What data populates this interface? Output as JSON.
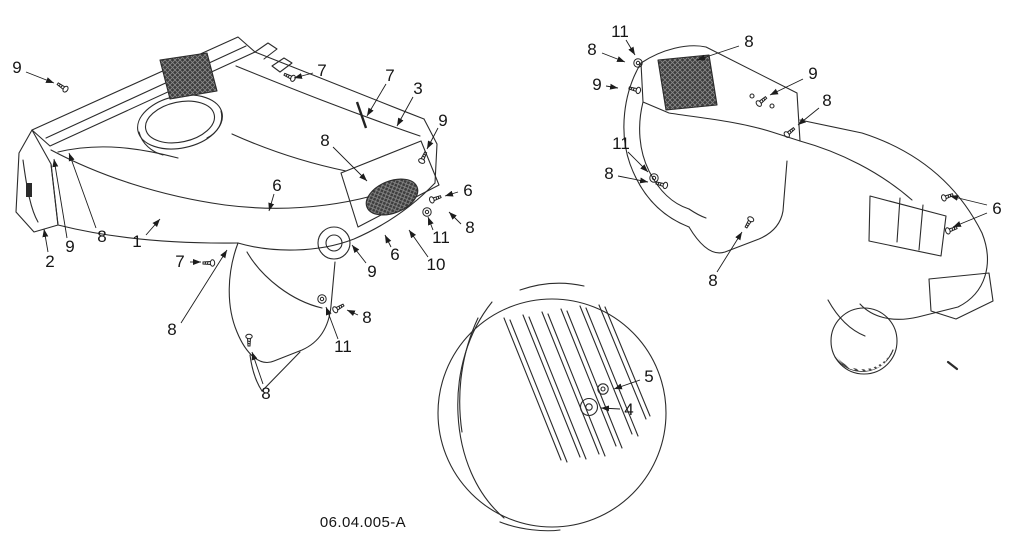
{
  "diagram": {
    "code": "06.04.005-A",
    "line_color": "#2b2b2b",
    "background_color": "#ffffff",
    "callouts": [
      {
        "label": "9"
      },
      {
        "label": "7"
      },
      {
        "label": "7"
      },
      {
        "label": "3"
      },
      {
        "label": "9"
      },
      {
        "label": "8"
      },
      {
        "label": "6"
      },
      {
        "label": "6"
      },
      {
        "label": "8"
      },
      {
        "label": "11"
      },
      {
        "label": "10"
      },
      {
        "label": "6"
      },
      {
        "label": "9"
      },
      {
        "label": "2"
      },
      {
        "label": "9"
      },
      {
        "label": "8"
      },
      {
        "label": "1"
      },
      {
        "label": "7"
      },
      {
        "label": "8"
      },
      {
        "label": "8"
      },
      {
        "label": "11"
      },
      {
        "label": "8"
      },
      {
        "label": "11"
      },
      {
        "label": "8"
      },
      {
        "label": "8"
      },
      {
        "label": "9"
      },
      {
        "label": "9"
      },
      {
        "label": "8"
      },
      {
        "label": "11"
      },
      {
        "label": "8"
      },
      {
        "label": "6"
      },
      {
        "label": "8"
      },
      {
        "label": "5"
      },
      {
        "label": "4"
      }
    ]
  }
}
